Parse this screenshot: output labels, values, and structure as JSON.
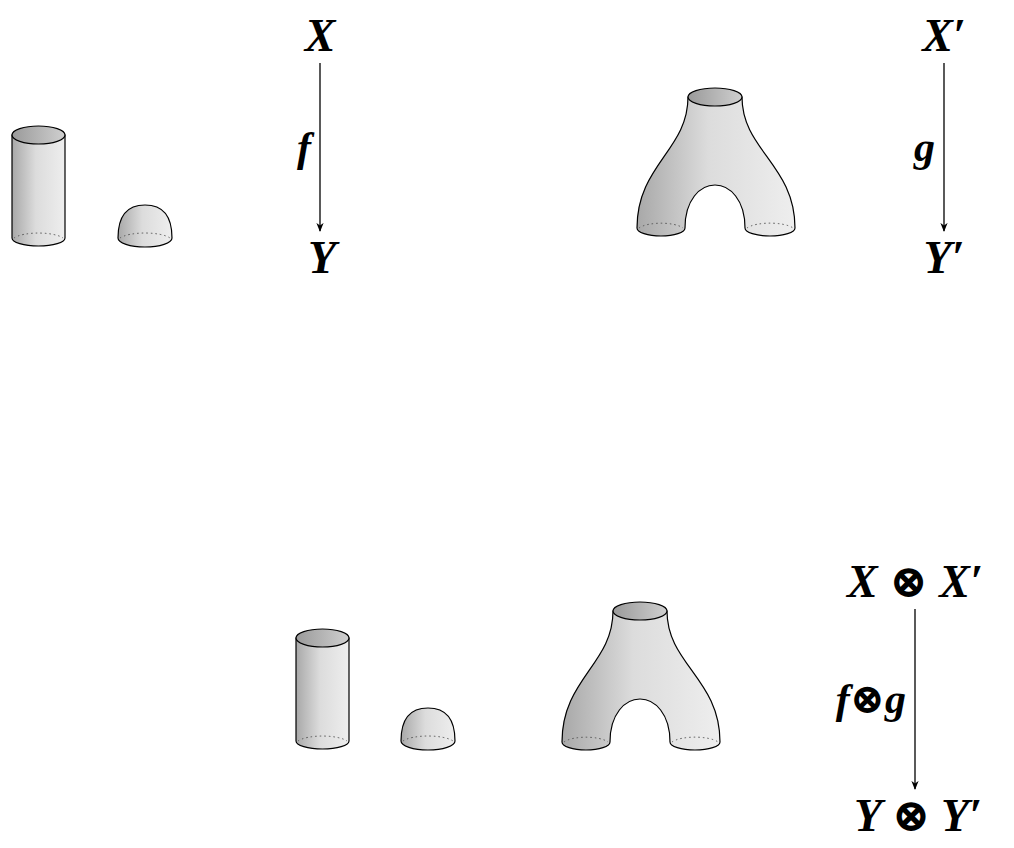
{
  "diagram": {
    "nodes": [
      {
        "text": [
          "X"
        ]
      },
      {
        "text": [
          "Y"
        ]
      },
      {
        "text": [
          "X′"
        ]
      },
      {
        "text": [
          "Y′"
        ]
      },
      {
        "text": [
          "X ⊗ X′"
        ]
      },
      {
        "text": [
          "Y ⊗ Y′"
        ]
      }
    ],
    "edges": [
      {
        "from": 0,
        "to": 1,
        "arrow": "to",
        "label": "f"
      },
      {
        "from": 2,
        "to": 3,
        "arrow": "to",
        "label": "g"
      },
      {
        "from": 4,
        "to": 5,
        "arrow": "to",
        "label": "f⊗g"
      }
    ]
  }
}
